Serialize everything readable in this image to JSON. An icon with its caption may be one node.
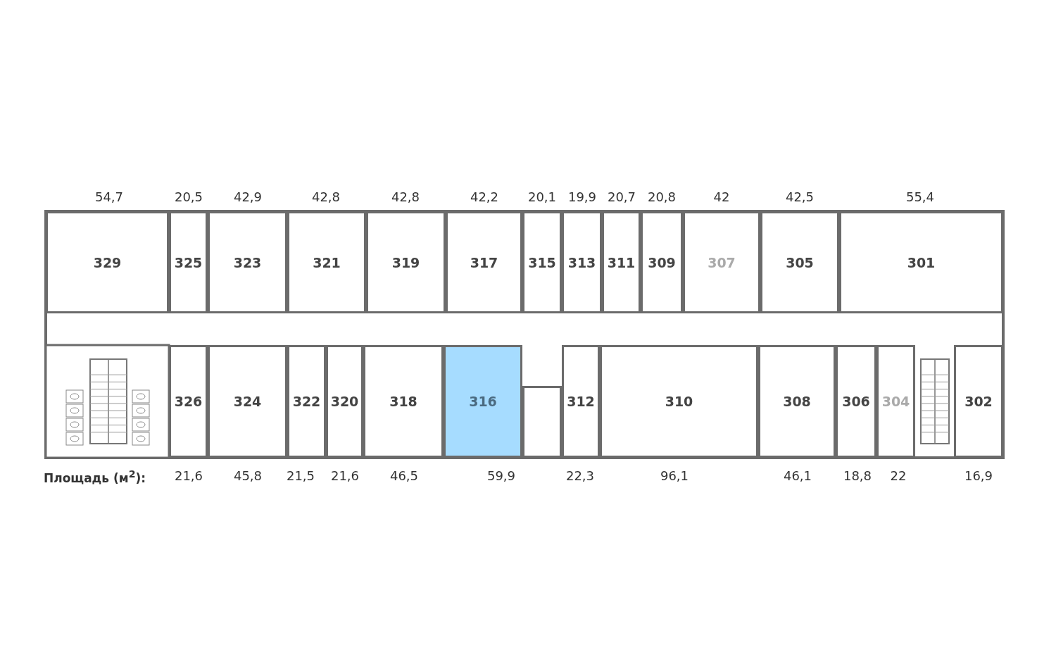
{
  "diagram": {
    "nodes": [
      {
        "text": [
          "329"
        ],
        "beside": [
          "54,7"
        ]
      },
      {
        "text": [
          "325"
        ],
        "beside": [
          "20,5"
        ]
      },
      {
        "text": [
          "323"
        ],
        "beside": [
          "42,9"
        ]
      },
      {
        "text": [
          "321"
        ],
        "beside": [
          "42,8"
        ]
      },
      {
        "text": [
          "319"
        ],
        "beside": [
          "42,8"
        ]
      },
      {
        "text": [
          "317"
        ],
        "beside": [
          "42,2"
        ]
      },
      {
        "text": [
          "315"
        ],
        "beside": [
          "20,1"
        ]
      },
      {
        "text": [
          "313"
        ],
        "beside": [
          "19,9"
        ]
      },
      {
        "text": [
          "311"
        ],
        "beside": [
          "20,7"
        ]
      },
      {
        "text": [
          "309"
        ],
        "beside": [
          "20,8"
        ]
      },
      {
        "text": [
          "307"
        ],
        "beside": [
          "42"
        ]
      },
      {
        "text": [
          "305"
        ],
        "beside": [
          "42,5"
        ]
      },
      {
        "text": [
          "301"
        ],
        "beside": [
          "55,4"
        ]
      },
      {
        "text": [
          "326"
        ],
        "beside": [
          "21,6"
        ]
      },
      {
        "text": [
          "324"
        ],
        "beside": [
          "45,8"
        ]
      },
      {
        "text": [
          "322"
        ],
        "beside": [
          "21,5"
        ]
      },
      {
        "text": [
          "320"
        ],
        "beside": [
          "21,6"
        ]
      },
      {
        "text": [
          "318"
        ],
        "beside": [
          "46,5"
        ]
      },
      {
        "text": [
          "316"
        ],
        "beside": [
          "59,9"
        ]
      },
      {
        "text": [
          "312"
        ],
        "beside": [
          "22,3"
        ]
      },
      {
        "text": [
          "310"
        ],
        "beside": [
          "96,1"
        ]
      },
      {
        "text": [
          "308"
        ],
        "beside": [
          "46,1"
        ]
      },
      {
        "text": [
          "306"
        ],
        "beside": [
          "18,8"
        ]
      },
      {
        "text": [
          "304"
        ],
        "beside": [
          "22"
        ]
      },
      {
        "text": [
          "302"
        ],
        "beside": [
          "16,9"
        ]
      },
      {
        "text": [],
        "shape": "box"
      }
    ],
    "labels": [
      "Площадь (м$^{2}$):"
    ]
  }
}
